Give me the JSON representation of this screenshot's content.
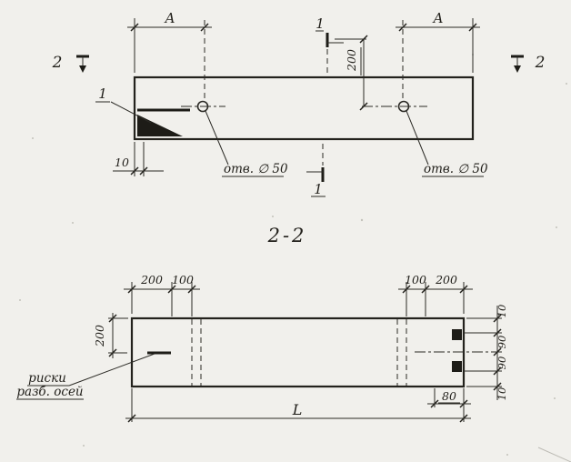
{
  "drawing": {
    "section_title": "2-2",
    "top_view": {
      "dim_a_left": "A",
      "dim_a_right": "A",
      "dim_200": "200",
      "dim_10": "10",
      "detail_mark": "1",
      "section1_top": "1",
      "section1_bottom": "1",
      "section2_left": "2",
      "section2_right": "2",
      "hole_left": "отв. ∅ 50",
      "hole_right": "отв. ∅ 50"
    },
    "section_view": {
      "dim_200_left_top": "200",
      "dim_100_left_top": "100",
      "dim_100_right_top": "100",
      "dim_200_right_top": "200",
      "dim_200_height": "200",
      "dim_10_top": "10",
      "dim_90_upper": "90",
      "dim_90_lower": "90",
      "dim_10_bottom": "10",
      "dim_80": "80",
      "dim_length": "L",
      "axis_note_line1": "риски",
      "axis_note_line2": "разб. осей"
    }
  }
}
